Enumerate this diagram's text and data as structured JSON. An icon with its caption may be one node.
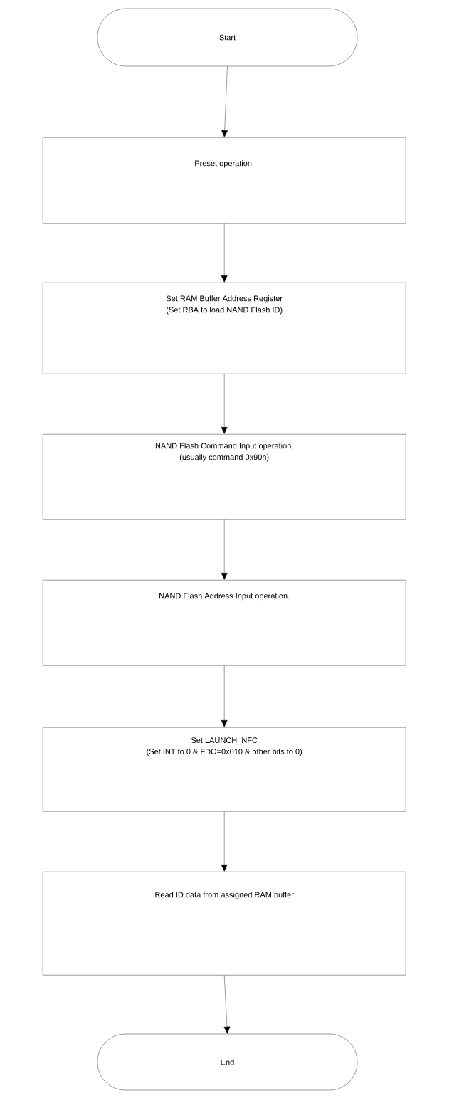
{
  "diagram": {
    "nodes": [
      {
        "text": [
          "Start"
        ]
      },
      {
        "text": [
          "Preset operation."
        ]
      },
      {
        "text": [
          "Set RAM Buffer Address Register",
          "(Set RBA to load NAND Flash ID)"
        ]
      },
      {
        "text": [
          "NAND Flash Command Input operation.",
          "(usually command 0x90h)"
        ]
      },
      {
        "text": [
          "NAND Flash Address Input operation."
        ]
      },
      {
        "text": [
          "Set LAUNCH_NFC",
          "(Set INT to 0 & FDO=0x010 & other bits to 0)"
        ]
      },
      {
        "text": [
          "Read ID data from assigned RAM buffer"
        ]
      },
      {
        "text": [
          "End"
        ]
      }
    ],
    "edges": [
      {
        "from": 0,
        "to": 1,
        "arrow": "to"
      },
      {
        "from": 1,
        "to": 2,
        "arrow": "to"
      },
      {
        "from": 2,
        "to": 3,
        "arrow": "to"
      },
      {
        "from": 3,
        "to": 4,
        "arrow": "to"
      },
      {
        "from": 4,
        "to": 5,
        "arrow": "to"
      },
      {
        "from": 5,
        "to": 6,
        "arrow": "to"
      },
      {
        "from": 6,
        "to": 7,
        "arrow": "to"
      }
    ]
  }
}
